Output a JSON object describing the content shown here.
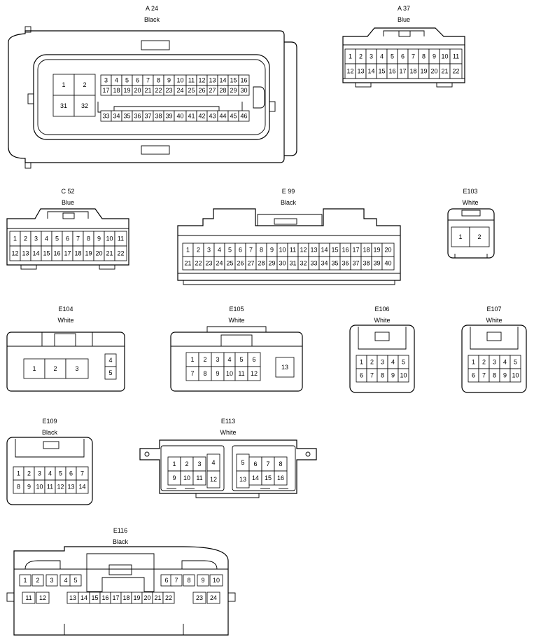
{
  "connectors": {
    "A24": {
      "id": "A 24",
      "color": "Black"
    },
    "A37": {
      "id": "A 37",
      "color": "Blue"
    },
    "C52": {
      "id": "C 52",
      "color": "Blue"
    },
    "E99": {
      "id": "E 99",
      "color": "Black"
    },
    "E103": {
      "id": "E103",
      "color": "White"
    },
    "E104": {
      "id": "E104",
      "color": "White"
    },
    "E105": {
      "id": "E105",
      "color": "White"
    },
    "E106": {
      "id": "E106",
      "color": "White"
    },
    "E107": {
      "id": "E107",
      "color": "White"
    },
    "E109": {
      "id": "E109",
      "color": "Black"
    },
    "E113": {
      "id": "E113",
      "color": "White"
    },
    "E116": {
      "id": "E116",
      "color": "Black"
    }
  }
}
